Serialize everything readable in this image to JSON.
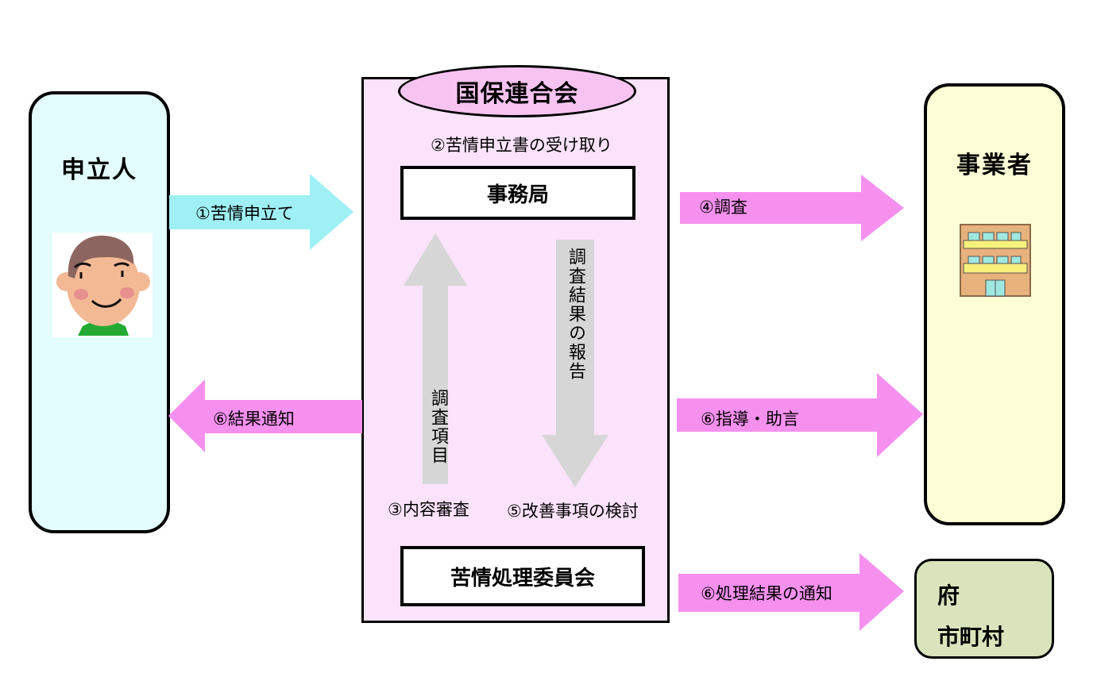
{
  "title": "苦情処理の流れ",
  "colors": {
    "applicant_bg": "#e3fcfc",
    "provider_bg": "#fdfdd6",
    "gov_bg": "#d9e3bc",
    "center_bg": "#fbe3fb",
    "ellipse_bg": "#f7c4f1",
    "cyan_arrow": "#9ef0f4",
    "pink_arrow": "#f690ef",
    "gray_arrow": "#d6d6d6"
  },
  "actors": {
    "applicant": {
      "title": "申立人",
      "icon": "person-face-icon"
    },
    "provider": {
      "title": "事業者",
      "icon": "building-icon"
    },
    "government": {
      "line1": "府",
      "line2": "市町村"
    }
  },
  "center": {
    "org_name": "国保連合会",
    "receipt_step": "②苦情申立書の受け取り",
    "office": "事務局",
    "committee": "苦情処理委員会",
    "up_arrow_label": "調査項目",
    "down_arrow_label": "調査結果の報告",
    "step3": "③内容審査",
    "step5": "⑤改善事項の検討"
  },
  "arrows": {
    "complaint": "①苦情申立て",
    "investigation": "④調査",
    "result_notice": "⑥結果通知",
    "guidance": "⑥指導・助言",
    "process_notice": "⑥処理結果の通知"
  }
}
